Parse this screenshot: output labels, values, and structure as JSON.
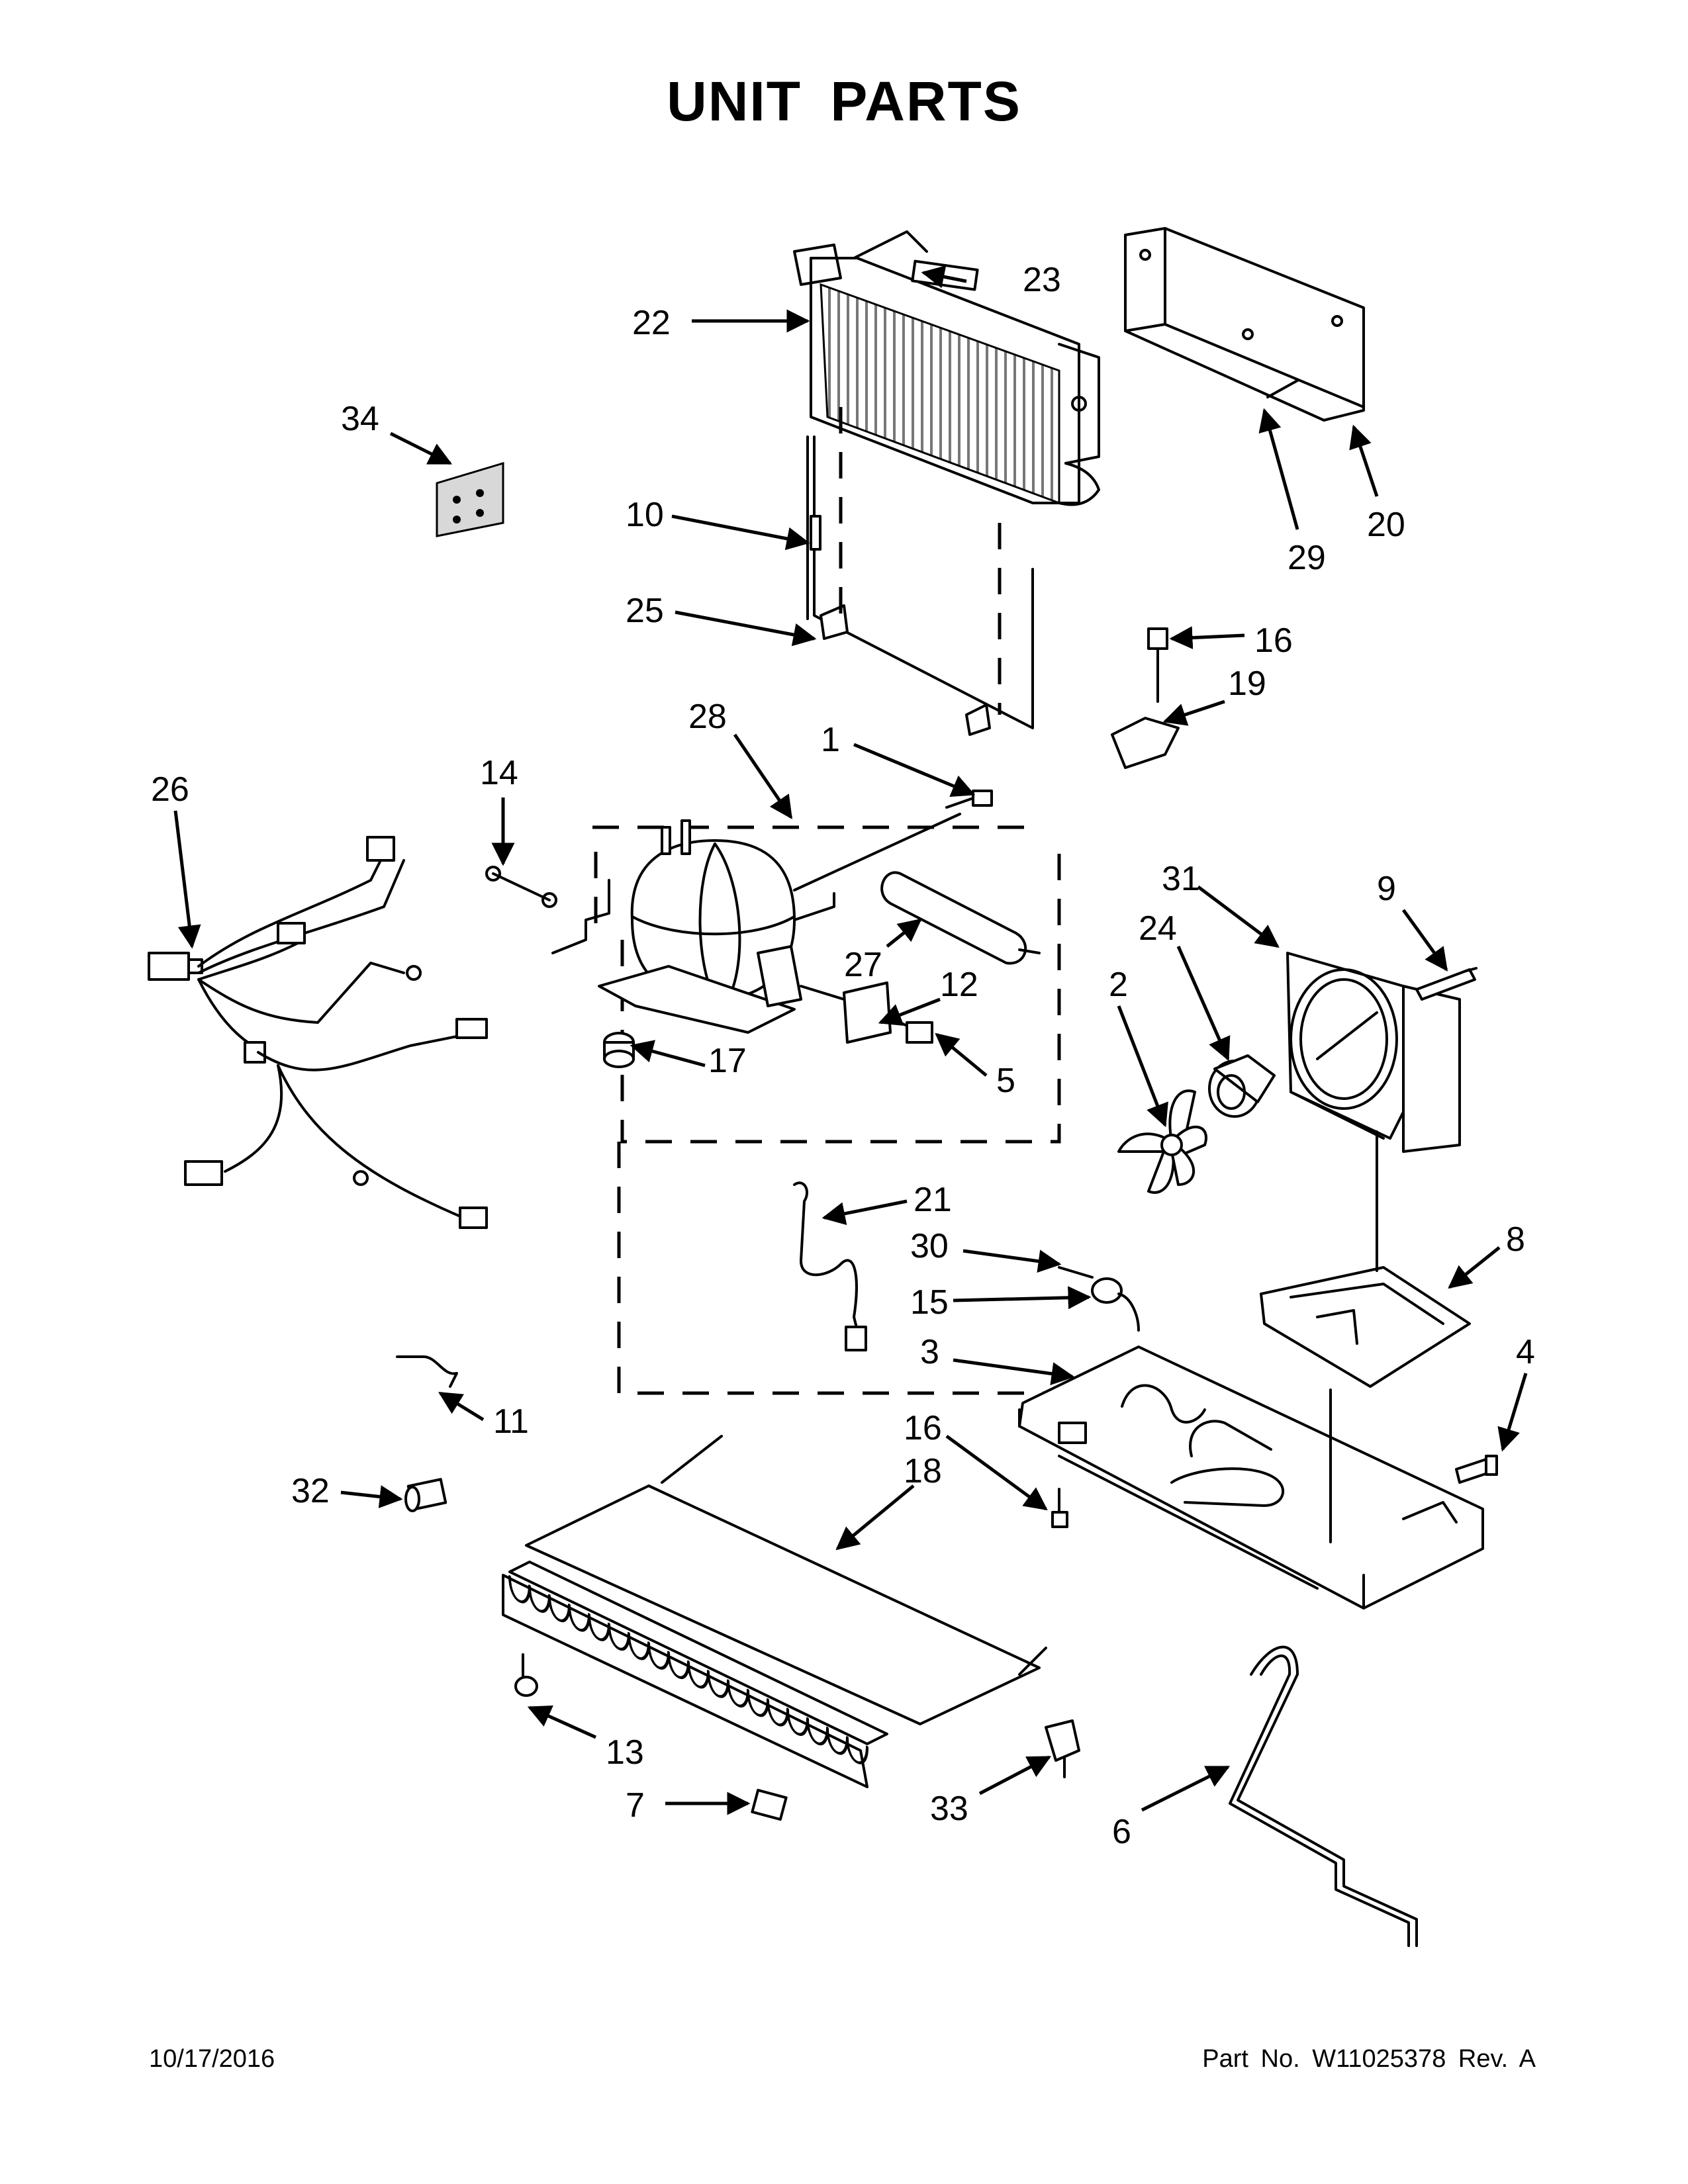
{
  "title": "UNIT PARTS",
  "footer": {
    "date": "10/17/2016",
    "part_number": "Part No.  W11025378  Rev.  A"
  },
  "callouts": {
    "c1": "1",
    "c2": "2",
    "c3": "3",
    "c4": "4",
    "c5": "5",
    "c6": "6",
    "c7": "7",
    "c8": "8",
    "c9": "9",
    "c10": "10",
    "c11": "11",
    "c12": "12",
    "c13": "13",
    "c14": "14",
    "c15": "15",
    "c16a": "16",
    "c16b": "16",
    "c17": "17",
    "c18": "18",
    "c19": "19",
    "c20": "20",
    "c21": "21",
    "c22": "22",
    "c23": "23",
    "c24": "24",
    "c25": "25",
    "c26": "26",
    "c27": "27",
    "c28": "28",
    "c29": "29",
    "c30": "30",
    "c31": "31",
    "c32": "32",
    "c33": "33",
    "c34": "34"
  }
}
